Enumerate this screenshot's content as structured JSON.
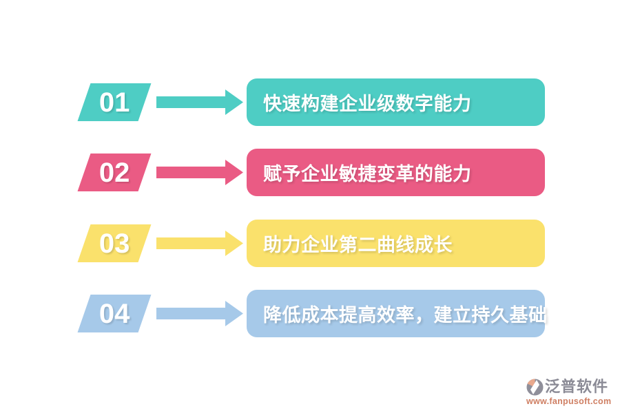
{
  "page": {
    "background": "#ffffff"
  },
  "steps": [
    {
      "number": "01",
      "label": "快速构建企业级数字能力",
      "color": "#4ecdc4"
    },
    {
      "number": "02",
      "label": "赋予企业敏捷变革的能力",
      "color": "#ea5b84"
    },
    {
      "number": "03",
      "label": "助力企业第二曲线成长",
      "color": "#fae16c"
    },
    {
      "number": "04",
      "label": "降低成本提高效率，建立持久基础",
      "color": "#a6c9e9"
    }
  ],
  "footer": {
    "brand": "泛普软件",
    "url": "www.fanpusoft.com",
    "brand_color": "#8b8b96",
    "url_color": "#cf7f63",
    "icon_gray": "#8f8f9a",
    "icon_accent": "#e9a98d"
  }
}
